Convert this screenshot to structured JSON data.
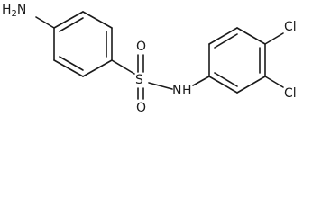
{
  "molecule": {
    "labels": {
      "nh2": "H2N",
      "s": "S",
      "o_top": "O",
      "o_bottom": "O",
      "nh": "N",
      "h": "H",
      "cl_top": "Cl",
      "cl_bottom": "Cl"
    }
  }
}
